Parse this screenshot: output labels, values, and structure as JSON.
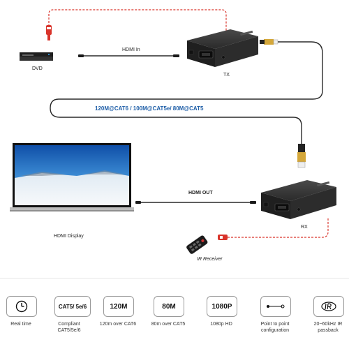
{
  "labels": {
    "dvd": "DVD",
    "hdmi_in": "HDMI In",
    "tx": "TX",
    "cable_spec": "120M@CAT6 / 100M@CAT5e/ 80M@CAT5",
    "hdmi_out": "HDMI OUT",
    "rx": "RX",
    "hdmi_display": "HDMI Display",
    "ir_receiver": "IR Receiver"
  },
  "specs": [
    {
      "icon_text": "",
      "icon": "clock-icon",
      "caption": "Real time"
    },
    {
      "icon_text": "CAT5/ 5e/6",
      "icon": "cat-icon",
      "caption": "Compliant CAT5/5e/6"
    },
    {
      "icon_text": "120M",
      "icon": "distance-icon",
      "caption": "120m over CAT6"
    },
    {
      "icon_text": "80M",
      "icon": "distance-icon",
      "caption": "80m over CAT5"
    },
    {
      "icon_text": "1080P",
      "icon": "resolution-icon",
      "caption": "1080p HD"
    },
    {
      "icon_text": "",
      "icon": "point-to-point-icon",
      "caption": "Point to point configuration"
    },
    {
      "icon_text": "",
      "icon": "ir-icon",
      "caption": "20~60kHz IR passback"
    }
  ],
  "colors": {
    "cable": "#2a2a2a",
    "cable_spec_text": "#1f5fa8",
    "ir_dashed": "#d9342b",
    "device_dark": "#2b2b2b"
  }
}
